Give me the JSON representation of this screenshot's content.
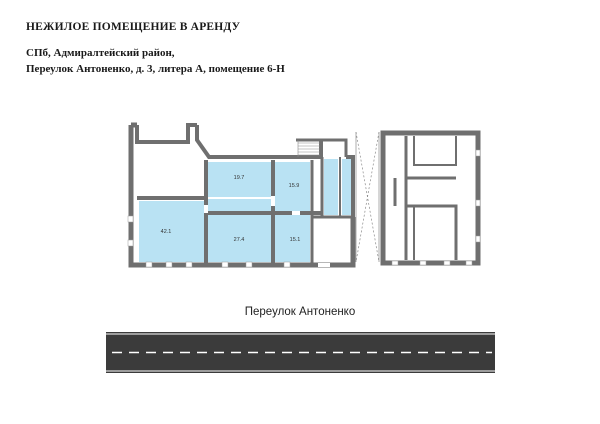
{
  "header": {
    "title": "НЕЖИЛОЕ ПОМЕЩЕНИЕ В АРЕНДУ",
    "address_line1": "СПб, Адмиралтейский район,",
    "address_line2": "Переулок Антоненко, д. 3, литера А, помещение 6-Н"
  },
  "plan": {
    "rooms": [
      {
        "id": "room-42-1",
        "area": "42.1"
      },
      {
        "id": "room-19-7",
        "area": "19.7"
      },
      {
        "id": "room-15-9",
        "area": "15.9"
      },
      {
        "id": "room-27-4",
        "area": "27.4"
      },
      {
        "id": "room-15-1",
        "area": "15.1"
      }
    ],
    "colors": {
      "leased_fill": "#b9e2f3",
      "wall": "#6f6f6f",
      "road": "#3b3b3b",
      "road_marking": "#ffffff"
    }
  },
  "street": {
    "label": "Переулок Антоненко"
  }
}
